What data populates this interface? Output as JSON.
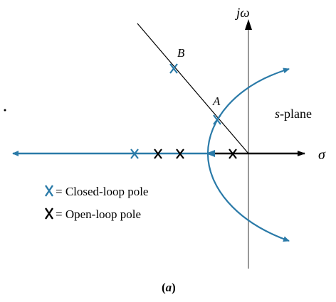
{
  "labels": {
    "jw": "jω",
    "sigma": "σ",
    "s_plane_s": "s",
    "s_plane_rest": "-plane",
    "point_a": "A",
    "point_b": "B",
    "caption_open": "(",
    "caption_letter": "a",
    "caption_close": ")"
  },
  "legend": [
    {
      "symbol": "X",
      "text": "= Closed-loop pole",
      "color": "#2a7aa8"
    },
    {
      "symbol": "X",
      "text": "= Open-loop pole",
      "color": "#000000"
    }
  ],
  "colors": {
    "locus": "#2a7aa8",
    "axes": "#000000",
    "closed_loop_pole": "#2a7aa8",
    "open_loop_pole": "#000000"
  }
}
